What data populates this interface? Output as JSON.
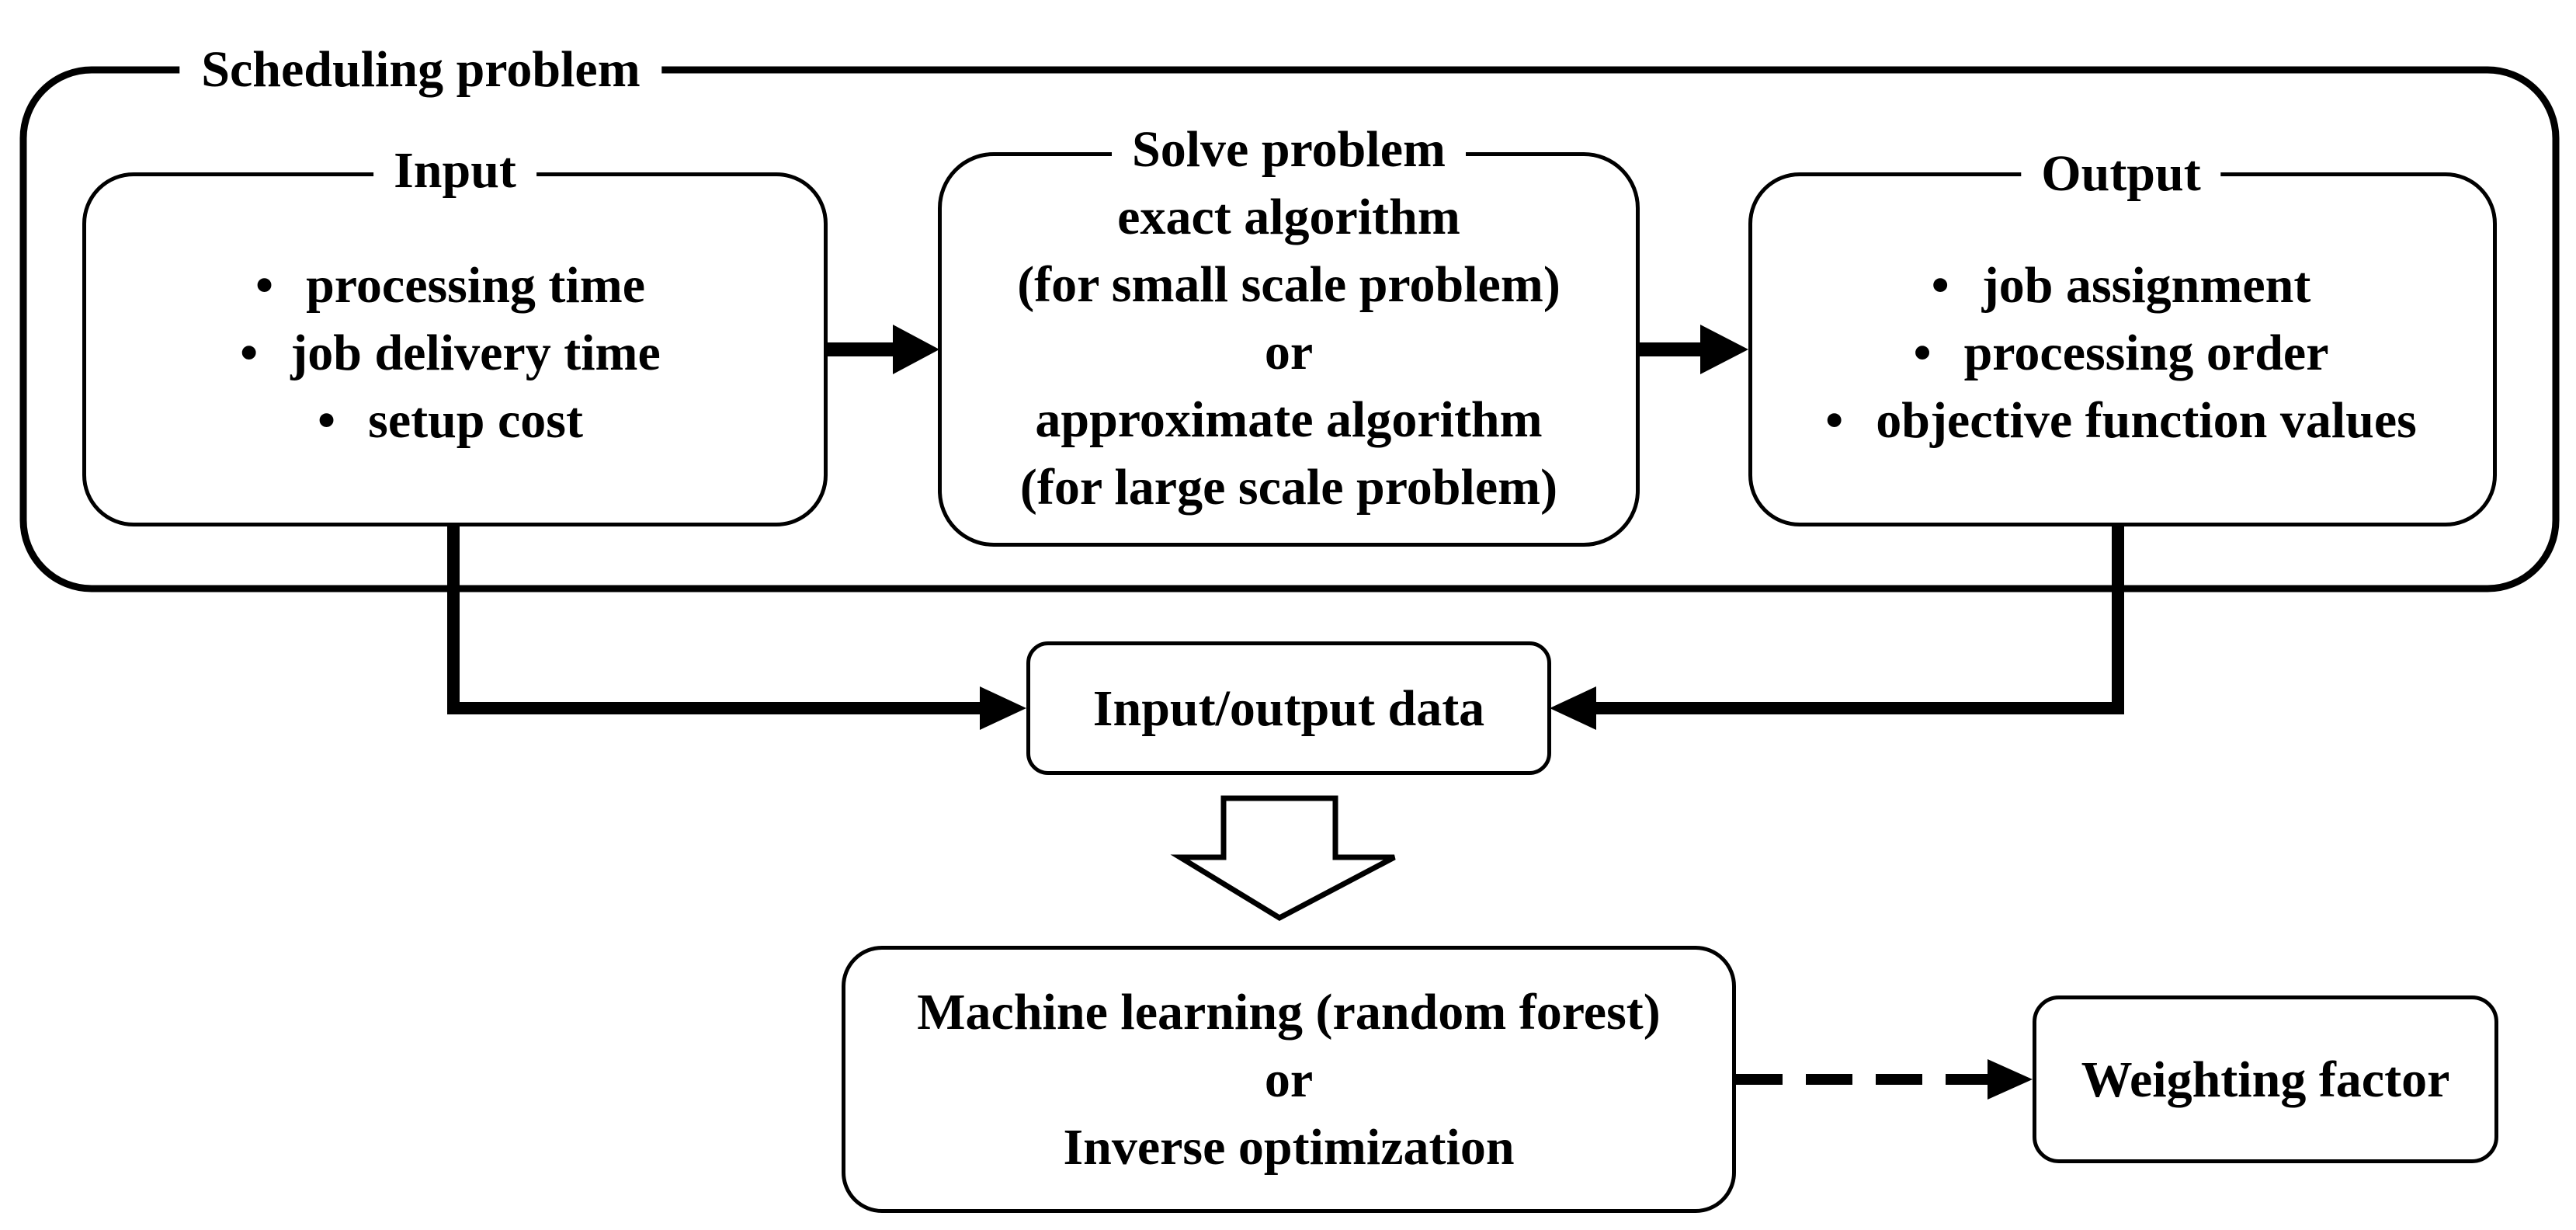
{
  "outer": {
    "label": "Scheduling problem"
  },
  "input_box": {
    "label": "Input",
    "items": [
      "processing time",
      "job delivery time",
      "setup cost"
    ]
  },
  "solve_box": {
    "label": "Solve problem",
    "lines": [
      "exact algorithm",
      "(for small scale problem)",
      "or",
      "approximate algorithm",
      "(for large scale problem)"
    ]
  },
  "output_box": {
    "label": "Output",
    "items": [
      "job assignment",
      "processing order",
      "objective function values"
    ]
  },
  "io_box": {
    "text": "Input/output data"
  },
  "ml_box": {
    "lines": [
      "Machine learning (random forest)",
      "or",
      "Inverse optimization"
    ]
  },
  "weight_box": {
    "text": "Weighting factor"
  }
}
